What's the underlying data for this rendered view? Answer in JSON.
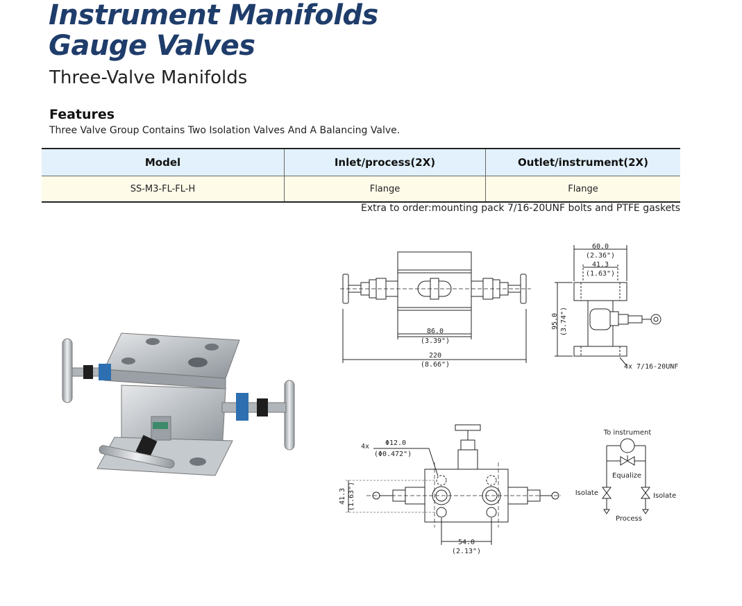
{
  "header": {
    "title_line1": "Instrument Manifolds",
    "title_line2": "Gauge Valves",
    "subtitle": "Three-Valve Manifolds"
  },
  "features": {
    "heading": "Features",
    "text": "Three Valve Group Contains Two Isolation Valves And A Balancing Valve."
  },
  "spec_table": {
    "headers": [
      "Model",
      "Inlet/process(2X)",
      "Outlet/instrument(2X)"
    ],
    "rows": [
      [
        "SS-M3-FL-FL-H",
        "Flange",
        "Flange"
      ]
    ]
  },
  "note": "Extra to order:mounting pack 7/16-20UNF bolts and PTFE gaskets",
  "drawings": {
    "front": {
      "dim_body": "86.0",
      "dim_body_in": "(3.39\")",
      "dim_total": "220",
      "dim_total_in": "(8.66\")"
    },
    "side": {
      "dim_top_outer": "60.0",
      "dim_top_outer_in": "(2.36\")",
      "dim_top_inner": "41.3",
      "dim_top_inner_in": "(1.63\")",
      "dim_height": "95.0",
      "dim_height_in": "(3.74\")",
      "thread_label": "4x 7/16-20UNF"
    },
    "top": {
      "holes_count": "4x",
      "hole_dia": "Φ12.0",
      "hole_dia_in": "(Φ0.472\")",
      "dim_vertical": "41.3",
      "dim_vertical_in": "(1.63\")",
      "dim_horizontal": "54.0",
      "dim_horizontal_in": "(2.13\")"
    },
    "schematic": {
      "to_instrument": "To instrument",
      "equalize": "Equalize",
      "isolate_left": "Isolate",
      "isolate_right": "Isolate",
      "process": "Process"
    }
  },
  "colors": {
    "title": "#1f3d6b",
    "table_header_bg": "#e2f1fb",
    "table_row_bg": "#fefbe9"
  }
}
